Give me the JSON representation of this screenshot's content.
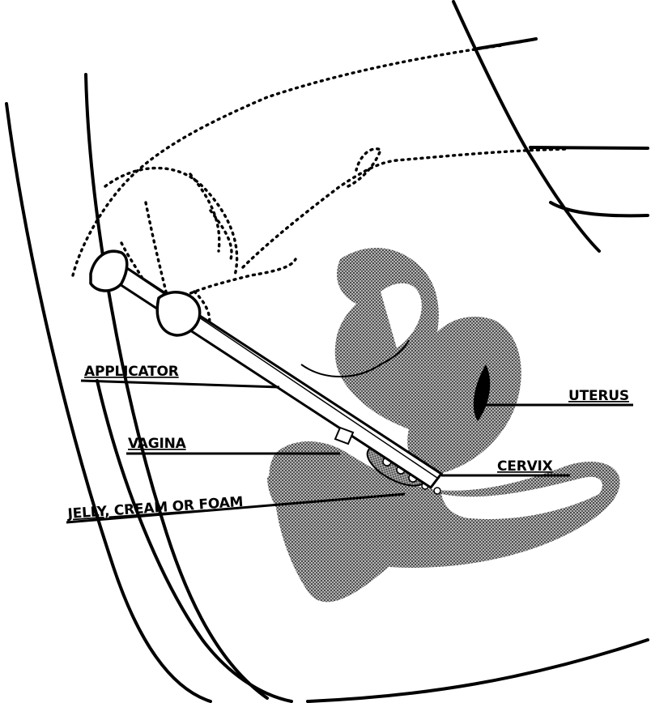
{
  "labels": {
    "applicator": "APPLICATOR",
    "uterus": "UTERUS",
    "vagina": "VAGINA",
    "cervix": "CERVIX",
    "jelly": "JELLY, CREAM OR FOAM"
  },
  "colors": {
    "ink": "#000000",
    "stipple": "#8f8f8f",
    "stipple_dark": "#6d6d6d",
    "background": "#ffffff"
  }
}
